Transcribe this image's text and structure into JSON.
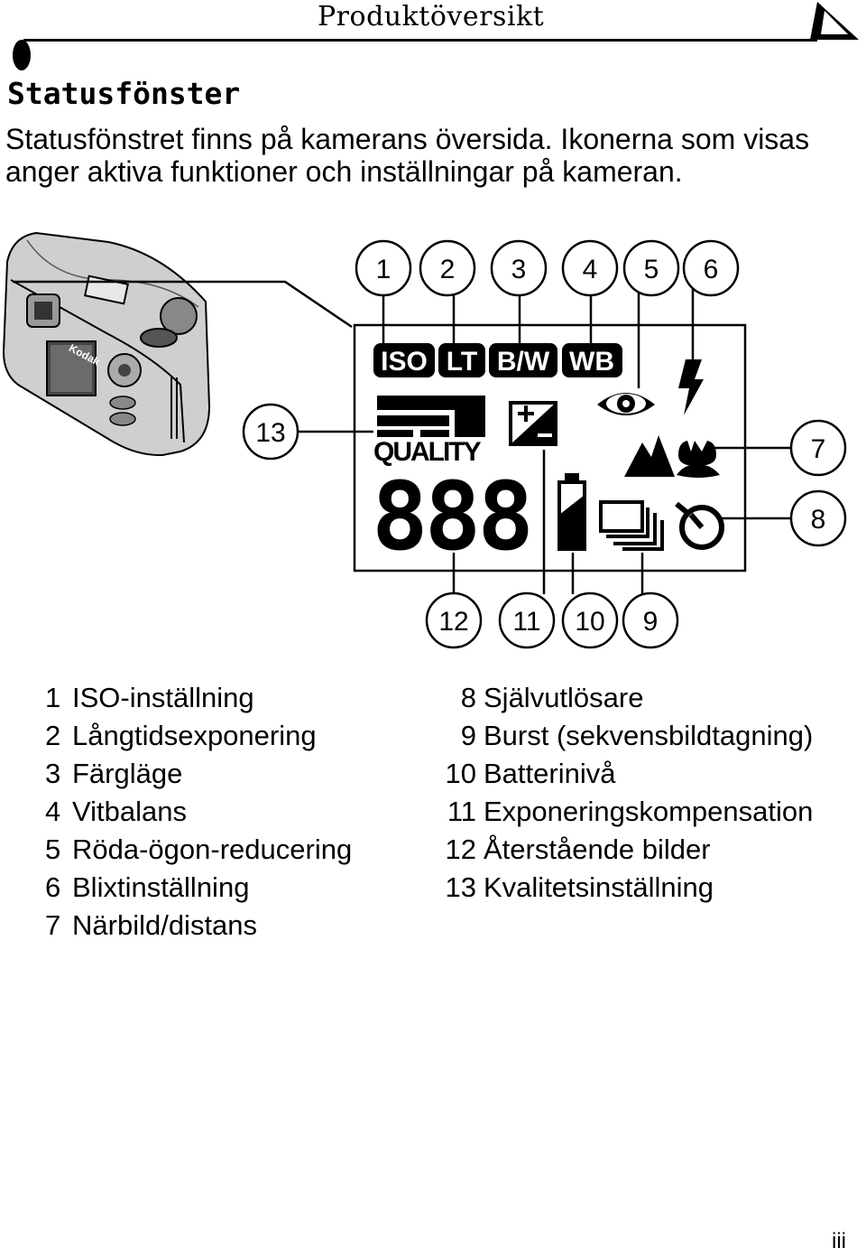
{
  "header": {
    "title": "Produktöversikt"
  },
  "section": {
    "heading": "Statusfönster",
    "intro": "Statusfönstret finns på kamerans översida. Ikonerna som visas anger aktiva funktioner och inställningar på kameran."
  },
  "display": {
    "icons": {
      "iso": "ISO",
      "lt": "LT",
      "bw": "B/W",
      "wb": "WB",
      "quality": "QUALITY",
      "digits": "888"
    },
    "callouts": [
      "1",
      "2",
      "3",
      "4",
      "5",
      "6",
      "7",
      "8",
      "9",
      "10",
      "11",
      "12",
      "13"
    ],
    "camera_brand": "Kodak"
  },
  "legend": {
    "left": [
      {
        "num": "1",
        "label": "ISO-inställning"
      },
      {
        "num": "2",
        "label": "Långtidsexponering"
      },
      {
        "num": "3",
        "label": "Färgläge"
      },
      {
        "num": "4",
        "label": "Vitbalans"
      },
      {
        "num": "5",
        "label": "Röda-ögon-reducering"
      },
      {
        "num": "6",
        "label": "Blixtinställning"
      },
      {
        "num": "7",
        "label": "Närbild/distans"
      }
    ],
    "right": [
      {
        "num": "8",
        "label": "Självutlösare"
      },
      {
        "num": "9",
        "label": "Burst (sekvensbildtagning)"
      },
      {
        "num": "10",
        "label": "Batterinivå"
      },
      {
        "num": "11",
        "label": "Exponeringskompensation"
      },
      {
        "num": "12",
        "label": "Återstående bilder"
      },
      {
        "num": "13",
        "label": "Kvalitetsinställning"
      }
    ]
  },
  "page_number": "iii"
}
